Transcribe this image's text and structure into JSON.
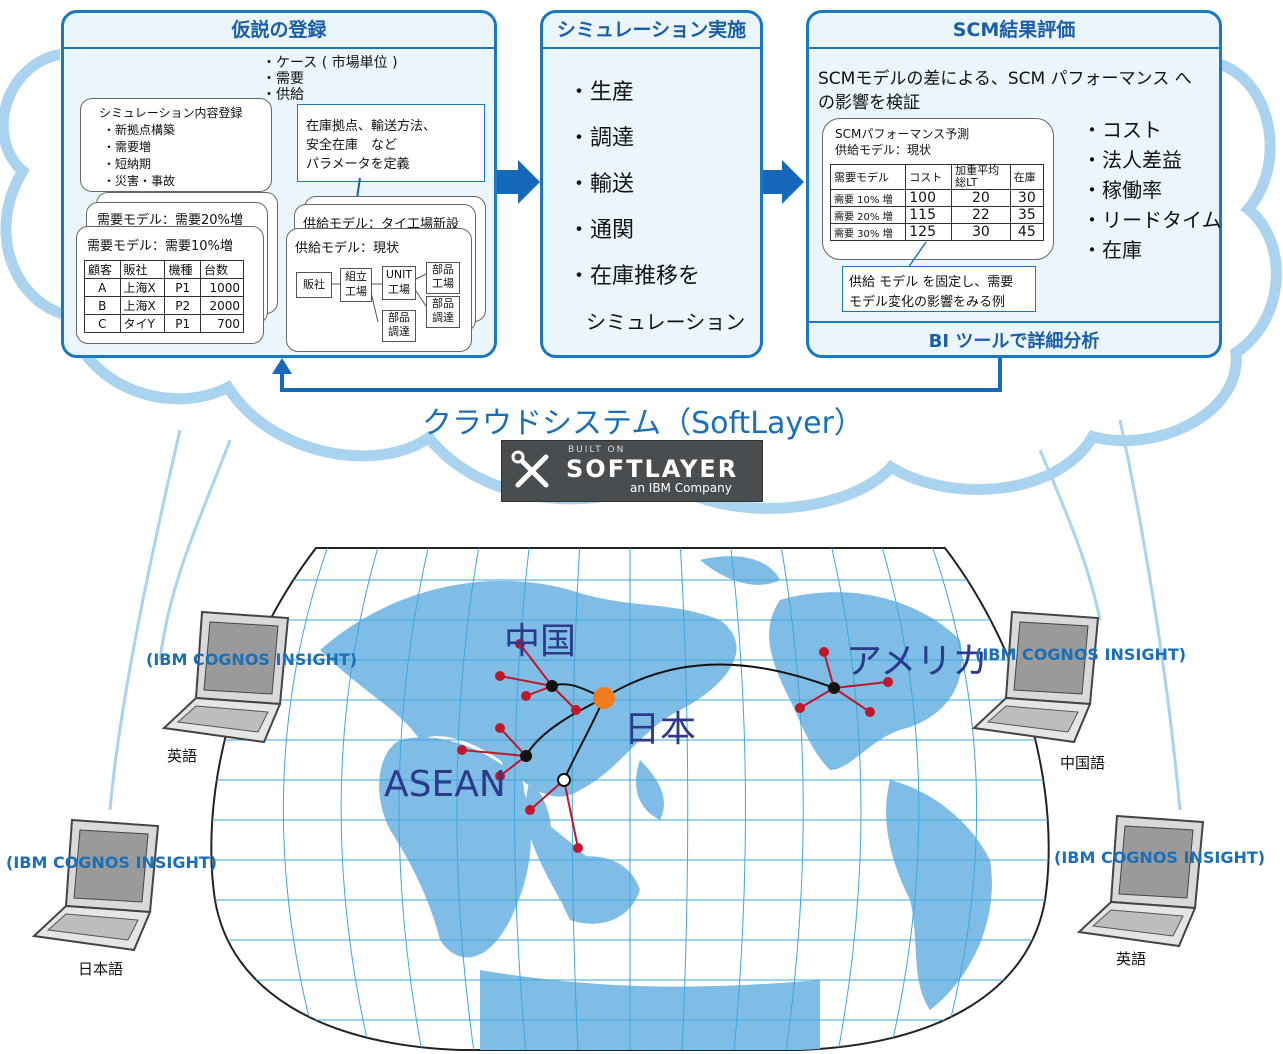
{
  "panels": {
    "hypothesis": {
      "title": "仮説の登録",
      "cases": [
        "・ケース ( 市場単位 )",
        "・需要",
        "・供給"
      ],
      "sim_box": {
        "title": "シミュレーション内容登録",
        "items": [
          "・新拠点構築",
          "・需要増",
          "・短納期",
          "・災害・事故"
        ]
      },
      "param_box": [
        "在庫拠点、輸送方法、",
        "安全在庫　など",
        "パラメータを定義"
      ],
      "demand_back": "需要モデル：需要20%増",
      "demand_front": "需要モデル：需要10%増",
      "demand_table": {
        "headers": [
          "顧客",
          "販社",
          "機種",
          "台数"
        ],
        "rows": [
          [
            "A",
            "上海X",
            "P1",
            "1000"
          ],
          [
            "B",
            "上海X",
            "P2",
            "2000"
          ],
          [
            "C",
            "タイY",
            "P1",
            "700"
          ]
        ]
      },
      "supply_back": "供給モデル：タイ工場新設",
      "supply_front": "供給モデル：現状",
      "flow": {
        "sales": "販社",
        "assembly": "組立\n工場",
        "unit": "UNIT\n工場",
        "parts_factory": "部品\n工場",
        "parts_proc1": "部品\n調達",
        "parts_proc2": "部品\n調達"
      }
    },
    "simulation": {
      "title": "シミュレーション実施",
      "items": [
        "・生産",
        "・調達",
        "・輸送",
        "・通関",
        "・在庫推移を",
        "シミュレーション"
      ]
    },
    "evaluation": {
      "title": "SCM結果評価",
      "desc1": "SCMモデルの差による、SCM パフォーマンス へ",
      "desc2": "の影響を検証",
      "forecast": {
        "title": "SCMパフォーマンス予測",
        "subtitle": "供給モデル：現状",
        "headers": [
          "需要モデル",
          "コスト",
          "加重平均\n総LT",
          "在庫"
        ],
        "rows": [
          [
            "需要 10% 増",
            "100",
            "20",
            "30"
          ],
          [
            "需要 20% 増",
            "115",
            "22",
            "35"
          ],
          [
            "需要 30% 増",
            "125",
            "30",
            "45"
          ]
        ]
      },
      "note": [
        "供給 モデル を固定し、需要",
        "モデル変化の影響をみる例"
      ],
      "metrics": [
        "・コスト",
        "・法人差益",
        "・稼働率",
        "・リードタイム",
        "・在庫"
      ],
      "footer": "BI ツールで詳細分析"
    }
  },
  "cloud": {
    "label": "クラウドシステム（SoftLayer）",
    "logo": {
      "top": "BUILT ON",
      "main": "SOFTLAYER",
      "sub": "an IBM Company"
    }
  },
  "map": {
    "china": "中国",
    "japan": "日本",
    "america": "アメリカ",
    "asean": "ASEAN"
  },
  "clients": [
    {
      "tool": "(IBM COGNOS INSIGHT)",
      "lang": "英語"
    },
    {
      "tool": "(IBM COGNOS INSIGHT)",
      "lang": "中国語"
    },
    {
      "tool": "(IBM COGNOS INSIGHT)",
      "lang": "日本語"
    },
    {
      "tool": "(IBM COGNOS INSIGHT)",
      "lang": "英語"
    }
  ],
  "colors": {
    "primary": "#1a78c2",
    "cloud": "#a9d3ef",
    "ocean": "#ffffff",
    "land": "#7fbde6",
    "hub": "#f07b1e",
    "node": "#c0182a"
  }
}
